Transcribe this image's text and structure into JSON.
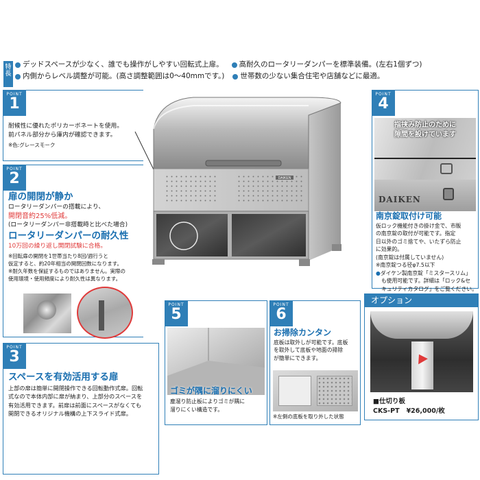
{
  "features": {
    "tag": "特長",
    "items": [
      "デッドスペースが少なく、誰でも操作がしやすい回転式上扉。",
      "高耐久のロータリーダンパーを標準装備。(左右1個ずつ)",
      "内側からレベル調整が可能。(高さ調整範囲は0〜40mmです。)",
      "世帯数の少ない集合住宅や店舗などに最適。"
    ]
  },
  "points": {
    "p1": {
      "label": "POINT",
      "num": "1",
      "text": [
        "耐候性に優れたポリカーボネートを使用。",
        "前パネル部分から庫内が確認できます。"
      ],
      "note": "※色:グレースモーク"
    },
    "p2": {
      "label": "POINT",
      "num": "2",
      "head1": "扉の開閉が静か",
      "line1": "ロータリーダンパーの搭載により、",
      "line2": "開閉音約25%低減。",
      "line3": "(ロータリーダンパー非搭載時と比べた場合)",
      "head2": "ロータリーダンパーの耐久性",
      "line4": "10万回の繰り返し開閉試験に合格。",
      "note1": "※回転扉の開閉を1世帯当たり8回/週行うと",
      "note2": "仮定すると、約20年相当の開閉回数になります。",
      "note3": "※耐久年数を保証するものではありません。実際の",
      "note4": "使用環境・使用頻度により耐久性は異なります。"
    },
    "p3": {
      "label": "POINT",
      "num": "3",
      "head": "スペースを有効活用する扉",
      "text": [
        "上部の扉は簡単に開閉操作できる回転動作式扉。回転",
        "式なので本体内部に扉が納まり、上部分のスペースを",
        "有効活用できます。前扉は前面にスペースがなくても",
        "開閉できるオリジナル機構の上下スライド式扉。"
      ]
    },
    "p4": {
      "label": "POINT",
      "num": "4",
      "caption": [
        "指挟み防止のために",
        "隙間を設けています"
      ],
      "brand": "DAIKEN",
      "head": "南京錠取付け可能",
      "text": [
        "仮ロック機能付きの掛け金で、市販",
        "の南京錠の取付が可能です。指定",
        "日以外のゴミ捨てや、いたずら防止",
        "に効果的。"
      ],
      "note1": "(南京錠は付属していません)",
      "note2": "※南京錠つる径φ7.5以下",
      "bullet": [
        "ダイケン製南京錠「ミスタースリム」",
        "も使用可能です。詳細は「ロック&セ",
        "キュリティカタログ」をご覧ください。"
      ]
    },
    "p5": {
      "label": "POINT",
      "num": "5",
      "caption": "ゴミが隅に溜りにくい",
      "text": [
        "塵溜り防止板によりゴミが隅に",
        "溜りにくい構造です。"
      ]
    },
    "p6": {
      "label": "POINT",
      "num": "6",
      "head": "お掃除カンタン",
      "text": [
        "底板は取外しが可能です。底板",
        "を取外して底板や地面の掃除",
        "が簡単にできます。"
      ],
      "note": "※左側の底板を取り外した状態"
    }
  },
  "product_label": "DAIKEN",
  "option": {
    "title": "オプション",
    "item": "■仕切り板",
    "code": "CKS-PT",
    "price": "¥26,000/枚"
  },
  "colors": {
    "accent": "#2f7fb7",
    "heading": "#1a6fb0",
    "highlight": "#e03a3a"
  }
}
